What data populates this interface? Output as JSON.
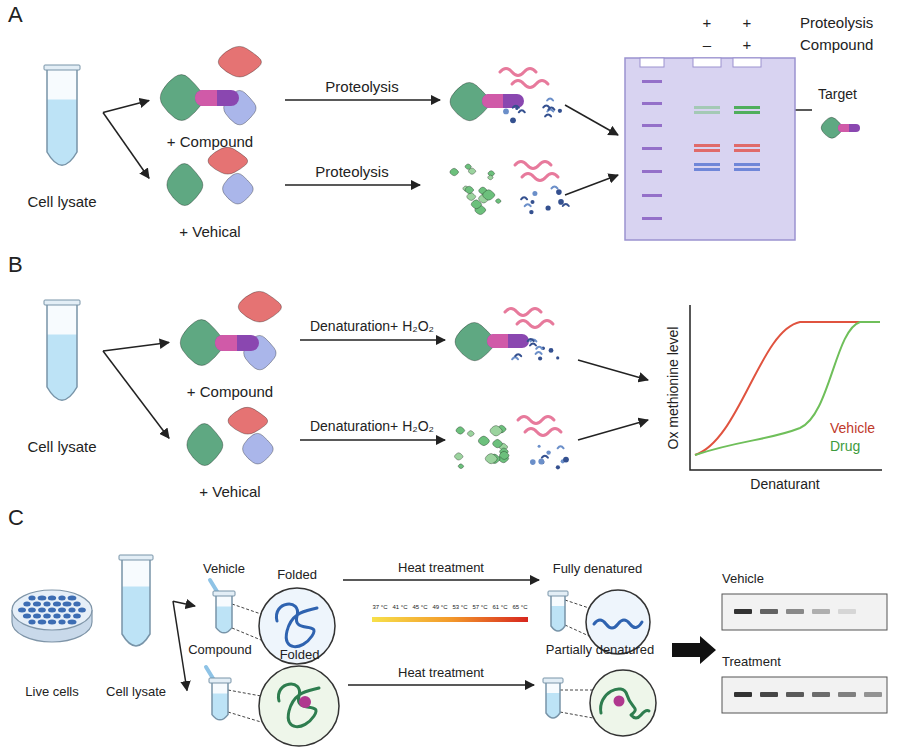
{
  "diagram": {
    "nodes": [
      {
        "text": [
          "Cell lysate"
        ]
      },
      {
        "text": [
          "+ Compound"
        ]
      },
      {
        "text": [
          "+ Vehical"
        ]
      },
      {
        "text": [
          "Cell lysate"
        ]
      },
      {
        "text": [
          "+ Compound"
        ]
      },
      {
        "text": [
          "+ Vehical"
        ]
      },
      {
        "text": [
          "Live cells"
        ]
      },
      {
        "text": [
          "Cell lysate"
        ]
      },
      {
        "text": [
          "Vehicle"
        ]
      },
      {
        "text": [
          "Folded"
        ]
      },
      {
        "text": [
          "Fully denatured"
        ]
      },
      {
        "text": [
          "Compound"
        ]
      },
      {
        "text": [
          "Folded"
        ]
      },
      {
        "text": [
          "Partially denatured"
        ]
      },
      {
        "text": [
          "Vehicle"
        ]
      },
      {
        "text": [
          "Treatment"
        ]
      }
    ],
    "edges": [
      {
        "from": 0,
        "to": 1,
        "arrow": "to"
      },
      {
        "from": 0,
        "to": 2,
        "arrow": "to"
      },
      {
        "from": 3,
        "to": 4,
        "arrow": "to"
      },
      {
        "from": 3,
        "to": 5,
        "arrow": "to"
      },
      {
        "from": 7,
        "to": 8,
        "arrow": "to"
      },
      {
        "from": 7,
        "to": 11,
        "arrow": "to"
      },
      {
        "from": 9,
        "to": 10,
        "label": "Heat treatment",
        "arrow": "to"
      },
      {
        "from": 12,
        "to": 13,
        "label": "Heat treatment",
        "arrow": "to"
      }
    ],
    "labels": [
      "A",
      "Proteolysis",
      "Proteolysis",
      "+",
      "+",
      "Proteolysis",
      "–",
      "+",
      "Compound",
      "Target",
      "B",
      "Denaturation+ H₂O₂",
      "Denaturation+ H₂O₂",
      "Ox methionine level",
      "Denaturant",
      "Vehicle",
      "Drug",
      "C",
      "37 °C",
      "41 °C",
      "45 °C",
      "49 °C",
      "53 °C",
      "57 °C",
      "61 °C",
      "65 °C"
    ]
  }
}
